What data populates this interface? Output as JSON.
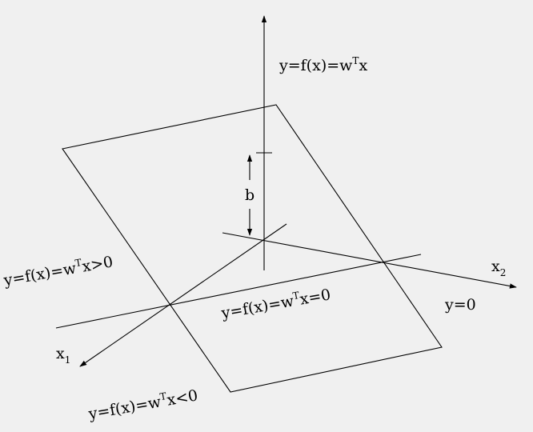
{
  "labels": {
    "y_axis": {
      "prefix": "y=f(x)=w",
      "sup": "T",
      "suffix": "x"
    },
    "b": "b",
    "positive": {
      "prefix": "y=f(x)=w",
      "sup": "T",
      "suffix": "x>0"
    },
    "zero_line": {
      "prefix": "y=f(x)=w",
      "sup": "T",
      "suffix": "x=0"
    },
    "plane": "y=0",
    "negative": {
      "prefix": "y=f(x)=w",
      "sup": "T",
      "suffix": "x<0"
    },
    "x1": {
      "base": "x",
      "sub": "1"
    },
    "x2": {
      "base": "x",
      "sub": "2"
    }
  }
}
